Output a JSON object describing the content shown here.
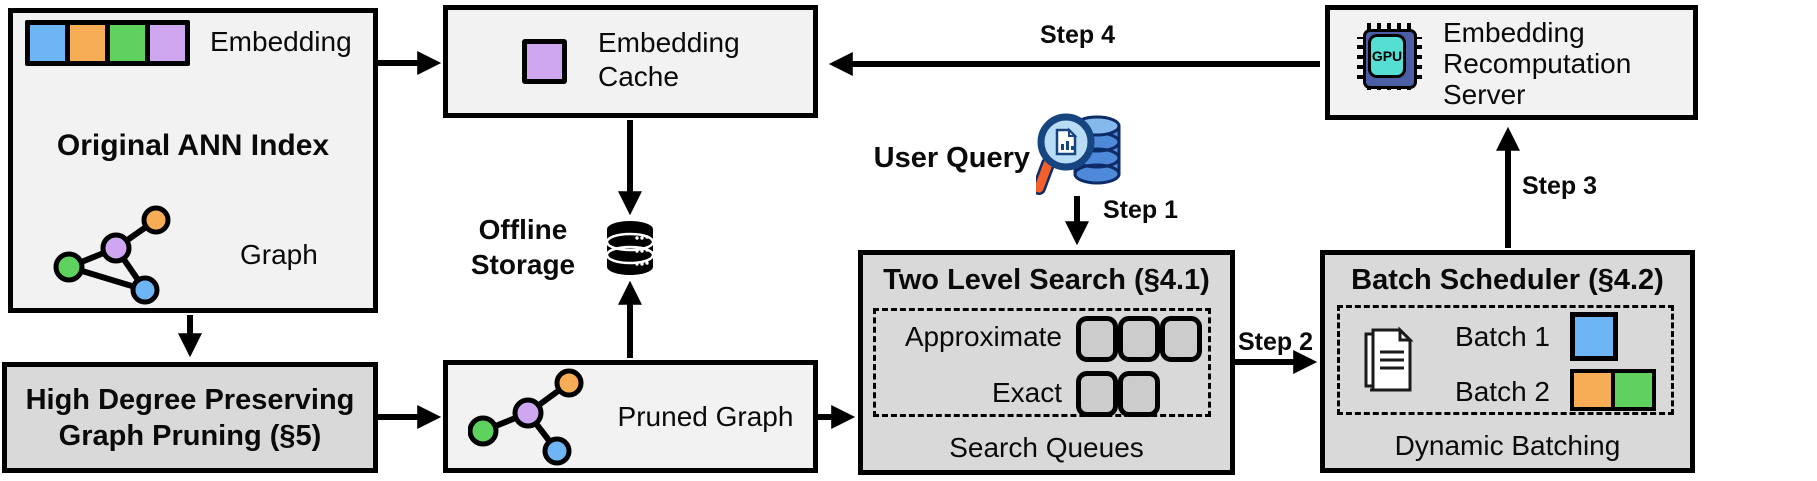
{
  "colors": {
    "blue": "#6eb5f5",
    "orange": "#f6ad55",
    "green": "#5fd15e",
    "purple": "#cea7f0",
    "box_light": "#f2f2f2",
    "box_dark": "#d9d9d9",
    "gpu_body": "#4b5ea6",
    "gpu_screen": "#55dfd3",
    "query_handle": "#f4602c",
    "query_db": "#4f8ada",
    "query_db_top": "#85b9ec",
    "query_ring": "#17457f",
    "query_lens": "#b8dcf6"
  },
  "original_ann_index": {
    "title": "Original ANN Index",
    "embedding_label": "Embedding",
    "graph_label": "Graph"
  },
  "graph_pruning": {
    "lines": [
      "High Degree Preserving",
      "Graph Pruning (§5)"
    ]
  },
  "embedding_cache": {
    "lines": [
      "Embedding",
      "Cache"
    ]
  },
  "offline_storage": {
    "lines": [
      "Offline",
      "Storage"
    ]
  },
  "pruned_graph": {
    "label": "Pruned Graph"
  },
  "user_query": {
    "label": "User Query"
  },
  "two_level_search": {
    "title": "Two Level Search (§4.1)",
    "approximate_label": "Approximate",
    "exact_label": "Exact",
    "footer": "Search Queues"
  },
  "batch_scheduler": {
    "title": "Batch Scheduler (§4.2)",
    "batch1_label": "Batch 1",
    "batch2_label": "Batch 2",
    "footer": "Dynamic Batching"
  },
  "recomputation_server": {
    "lines": [
      "Embedding",
      "Recomputation",
      "Server"
    ],
    "chip_label": "GPU"
  },
  "steps": {
    "s1": "Step 1",
    "s2": "Step 2",
    "s3": "Step 3",
    "s4": "Step 4"
  }
}
